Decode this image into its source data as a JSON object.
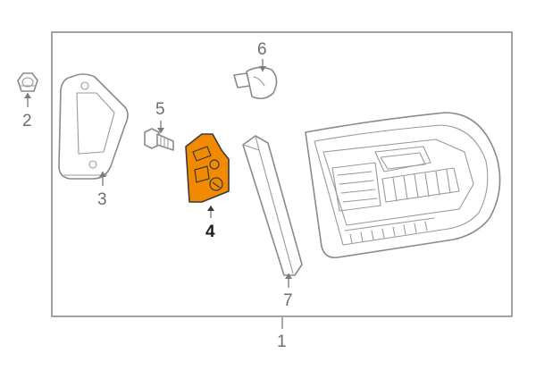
{
  "diagram": {
    "highlight_color": "#f28a00",
    "highlighted_part": "4",
    "callouts": {
      "c1": "1",
      "c2": "2",
      "c3": "3",
      "c4": "4",
      "c5": "5",
      "c6": "6",
      "c7": "7"
    },
    "parts": [
      {
        "callout": "1",
        "icon": "tail-lamp-assembly"
      },
      {
        "callout": "2",
        "icon": "nut"
      },
      {
        "callout": "3",
        "icon": "mounting-bracket"
      },
      {
        "callout": "4",
        "icon": "bulb-socket-plate"
      },
      {
        "callout": "5",
        "icon": "screw"
      },
      {
        "callout": "6",
        "icon": "bulb"
      },
      {
        "callout": "7",
        "icon": "reflector-strip"
      }
    ]
  }
}
